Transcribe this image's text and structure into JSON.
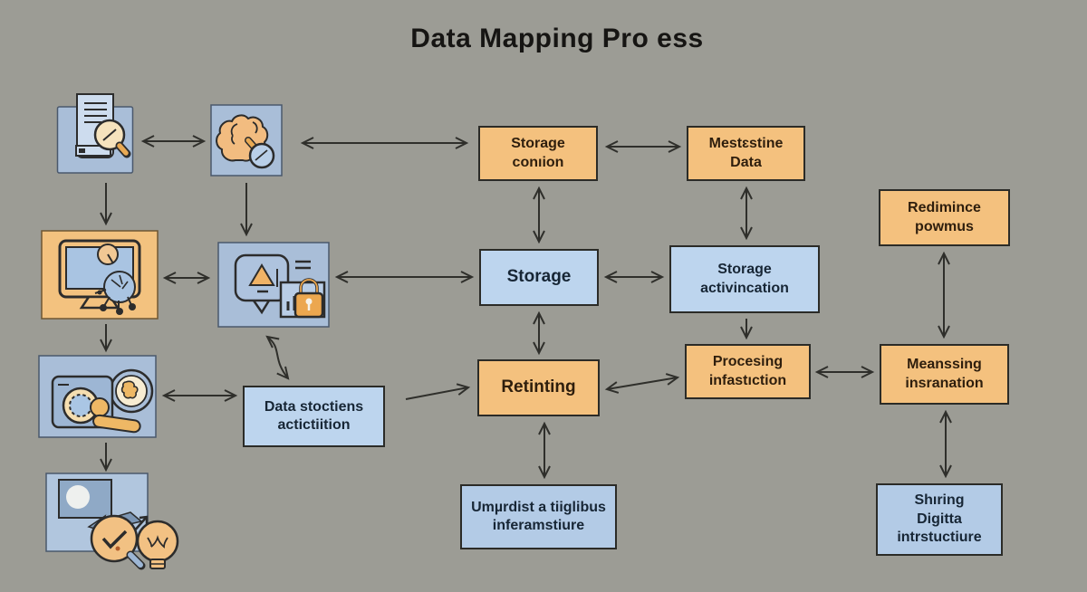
{
  "title": "Data Mapping Pro ess",
  "nodes": {
    "storage_conion": "Storage\nconıion",
    "mestestine_data": "Mestɛstine\nData",
    "storage": "Storage",
    "storage_activincation": "Storage\nactivincation",
    "redimince_powmus": "Redimince\npowmus",
    "data_stoctiens": "Data stoctiens\nactictiition",
    "retinting": "Retinting",
    "procesing_infastiction": "Procesing\ninfastıction",
    "meanssing_insranation": "Meanssing\ninsranation",
    "umurdist_tiiglibus": "Umµrdist a tiiglibus\ninferamstiure",
    "shiring_digitta": "Shıring\nDigitta\nintrstuctiure"
  },
  "icons": [
    {
      "name": "document-search-icon"
    },
    {
      "name": "brain-analysis-icon"
    },
    {
      "name": "monitor-bug-icon"
    },
    {
      "name": "alert-chat-lock-icon"
    },
    {
      "name": "window-globe-icon"
    },
    {
      "name": "image-check-bulb-icon"
    }
  ],
  "colors": {
    "background": "#9c9c95",
    "orange_box": "#f4c17e",
    "blue_box": "#bdd5ee",
    "blue_box_deep": "#b3cbe6",
    "icon_blue": "#a9bed8",
    "icon_orange": "#f3c27f",
    "arrow": "#2f2f2b",
    "box_border": "#2b2b27",
    "title_text": "#161513"
  }
}
